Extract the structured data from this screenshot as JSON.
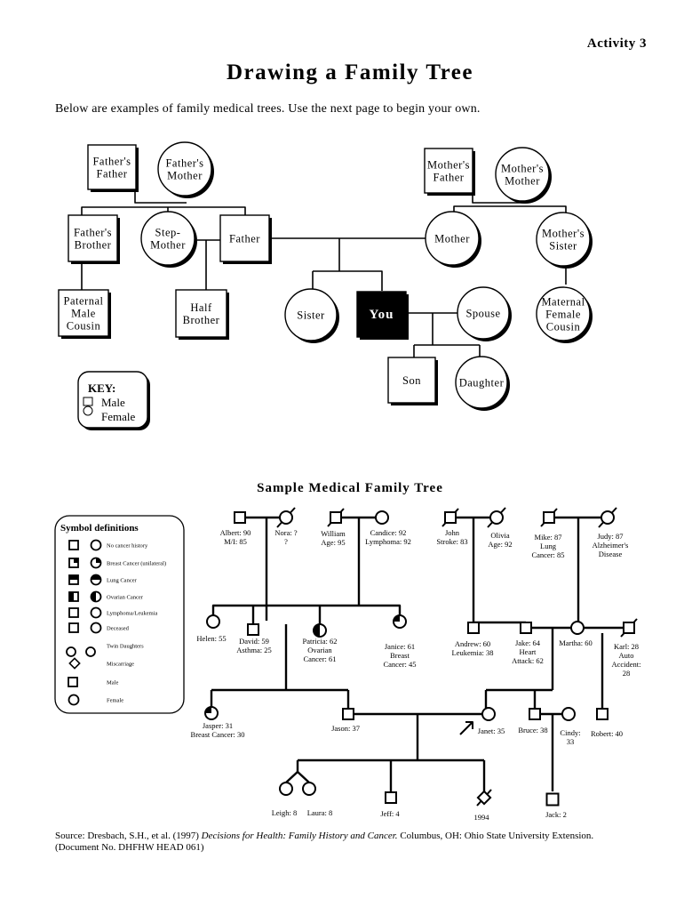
{
  "header": {
    "activity": "Activity 3",
    "title": "Drawing a Family Tree"
  },
  "intro": "Below are examples of family medical trees. Use the next page to begin your own.",
  "example_tree": {
    "fathers_father": [
      "Father's",
      "Father"
    ],
    "fathers_mother": [
      "Father's",
      "Mother"
    ],
    "mothers_father": [
      "Mother's",
      "Father"
    ],
    "mothers_mother": [
      "Mother's",
      "Mother"
    ],
    "fathers_brother": [
      "Father's",
      "Brother"
    ],
    "step_mother": [
      "Step-",
      "Mother"
    ],
    "father": [
      "Father"
    ],
    "mother": [
      "Mother"
    ],
    "mothers_sister": [
      "Mother's",
      "Sister"
    ],
    "paternal_cousin": [
      "Paternal",
      "Male",
      "Cousin"
    ],
    "half_brother": [
      "Half",
      "Brother"
    ],
    "sister": [
      "Sister"
    ],
    "you": [
      "You"
    ],
    "spouse": [
      "Spouse"
    ],
    "maternal_cousin": [
      "Maternal",
      "Female",
      "Cousin"
    ],
    "son": [
      "Son"
    ],
    "daughter": [
      "Daughter"
    ]
  },
  "key": {
    "title": "KEY:",
    "male": "Male",
    "female": "Female"
  },
  "sample_title": "Sample Medical Family Tree",
  "symbol_definitions": {
    "title": "Symbol    definitions",
    "items": [
      "No cancer history",
      "Breast Cancer (unilateral)",
      "Lung Cancer",
      "Ovarian Cancer",
      "Lymphoma/Leukemia",
      "Deceased",
      "Twin Daughters",
      "Miscarriage",
      "Male",
      "Female"
    ]
  },
  "medical_tree": {
    "albert": [
      "Albert: 90",
      "M/I: 85"
    ],
    "nora": [
      "Nora: ?",
      "?"
    ],
    "william": [
      "William",
      "Age: 95"
    ],
    "candice": [
      "Candice: 92",
      "Lymphoma: 92"
    ],
    "john": [
      "John",
      "Stroke: 83"
    ],
    "olivia": [
      "Olivia",
      "Age: 92"
    ],
    "mike": [
      "Mike: 87",
      "Lung",
      "Cancer: 85"
    ],
    "judy": [
      "Judy: 87",
      "Alzheimer's",
      "Disease"
    ],
    "helen": [
      "Helen: 55"
    ],
    "david": [
      "David: 59",
      "Asthma: 25"
    ],
    "patricia": [
      "Patricia: 62",
      "Ovarian",
      "Cancer: 61"
    ],
    "janice": [
      "Janice: 61",
      "Breast",
      "Cancer: 45"
    ],
    "andrew": [
      "Andrew: 60",
      "Leukemia: 38"
    ],
    "jake": [
      "Jake: 64",
      "Heart",
      "Attack: 62"
    ],
    "martha": [
      "Martha: 60"
    ],
    "karl": [
      "Karl: 28",
      "Auto",
      "Accident:",
      "28"
    ],
    "jasper": [
      "Jasper: 31",
      "Breast Cancer: 30"
    ],
    "jason": [
      "Jason: 37"
    ],
    "janet": [
      "Janet: 35"
    ],
    "bruce": [
      "Bruce: 38"
    ],
    "cindy": [
      "Cindy:",
      "33"
    ],
    "robert": [
      "Robert: 40"
    ],
    "leigh": [
      "Leigh: 8"
    ],
    "laura": [
      "Laura: 8"
    ],
    "jeff": [
      "Jeff: 4"
    ],
    "miscarriage": [
      "1994"
    ],
    "jack": [
      "Jack: 2"
    ]
  },
  "source": {
    "prefix": "Source: Dresbach, S.H., et al. (1997) ",
    "italic": "Decisions for Health: Family History and Cancer.",
    "suffix": " Columbus, OH: Ohio State University Extension.",
    "line2": "(Document No. DHFHW HEAD 061)"
  }
}
